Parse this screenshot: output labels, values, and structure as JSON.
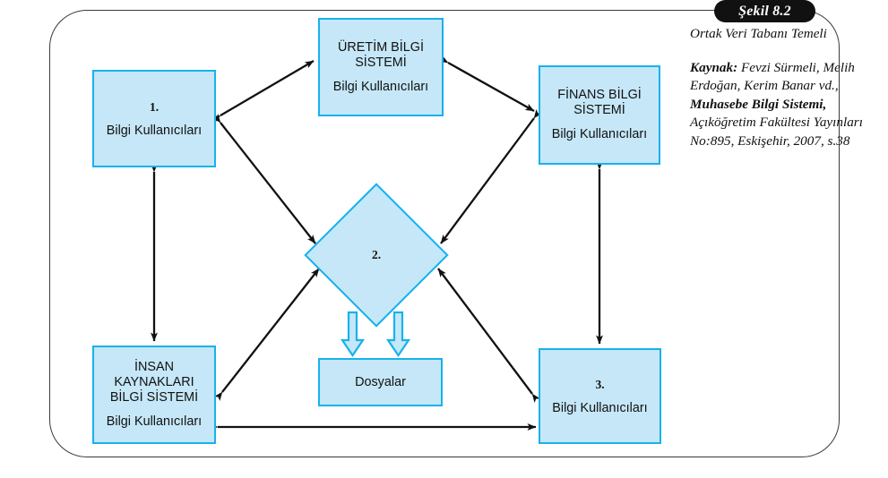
{
  "figure": {
    "tab_label": "Şekil 8.2",
    "caption_title": "Ortak Veri Tabanı Temeli",
    "source_label": "Kaynak:",
    "source_text_1": " Fevzi Sürmeli, Melih Erdoğan, Kerim Banar vd., ",
    "source_work": "Muhasebe Bilgi Sistemi,",
    "source_text_2": " Açıköğretim Fakültesi Yayınları No:895, Eskişehir, 2007, s.38"
  },
  "diagram": {
    "type": "block-diagram",
    "nodes": {
      "left": {
        "title": "1.",
        "sub": "Bilgi Kullanıcıları"
      },
      "top": {
        "title": "ÜRETİM BİLGİ\nSİSTEMİ",
        "sub": "Bilgi Kullanıcıları"
      },
      "right": {
        "title": "FİNANS BİLGİ\nSİSTEMİ",
        "sub": "Bilgi Kullanıcıları"
      },
      "bottom_left": {
        "title": "İNSAN\nKAYNAKLARI\nBİLGİ SİSTEMİ",
        "sub": "Bilgi Kullanıcıları"
      },
      "bottom_right": {
        "title": "3.",
        "sub": "Bilgi Kullanıcıları"
      },
      "center": {
        "title": "2."
      },
      "files": {
        "sub": "Dosyalar"
      }
    },
    "colors": {
      "node_fill": "#c5e7f7",
      "node_border": "#18b2ec",
      "connector": "#111111",
      "block_arrow_fill": "#c5e7f7",
      "block_arrow_border": "#18b2ec",
      "frame": "#3a3a3a",
      "tab_bg": "#111111",
      "tab_text": "#ffffff"
    }
  }
}
